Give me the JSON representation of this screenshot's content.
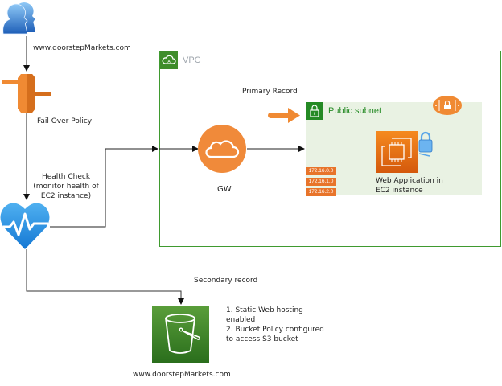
{
  "title": "Route 53 failover architecture",
  "nodes": {
    "users": {
      "icon": "users-icon"
    },
    "route53": {
      "icon": "route53-icon"
    },
    "health": {
      "icon": "heart-pulse-icon"
    },
    "igw": {
      "icon": "cloud-icon",
      "label": "IGW"
    },
    "ec2": {
      "icon": "ec2-instance-icon",
      "label_line1": "Web  Application  in",
      "label_line2": "EC2 instance"
    },
    "s3": {
      "icon": "s3-bucket-icon",
      "label": "www.doorstepMarkets.com"
    }
  },
  "labels": {
    "domain_top": "www.doorstepMarkets.com",
    "failover_policy": "Fail Over Policy",
    "health_check_line1": "Health Check",
    "health_check_line2": "(monitor health of",
    "health_check_line3": "EC2 instance)",
    "primary_record": "Primary Record",
    "secondary_record": "Secondary record"
  },
  "vpc": {
    "label": "VPC"
  },
  "subnet": {
    "label": "Public subnet"
  },
  "ip_addresses": [
    "172.16.0.0",
    "172.16.1.0",
    "172.16.2.0"
  ],
  "s3_notes": [
    "1. Static Web hosting",
    "enabled",
    "2. Bucket Policy configured",
    "to access S3 bucket"
  ],
  "colors": {
    "vpc_border": "#3f9a2f",
    "subnet_fill": "#e9f2e3",
    "aws_orange": "#ed7d31",
    "s3_green": "#3f8d2b",
    "health_blue": "#1e88e5"
  }
}
